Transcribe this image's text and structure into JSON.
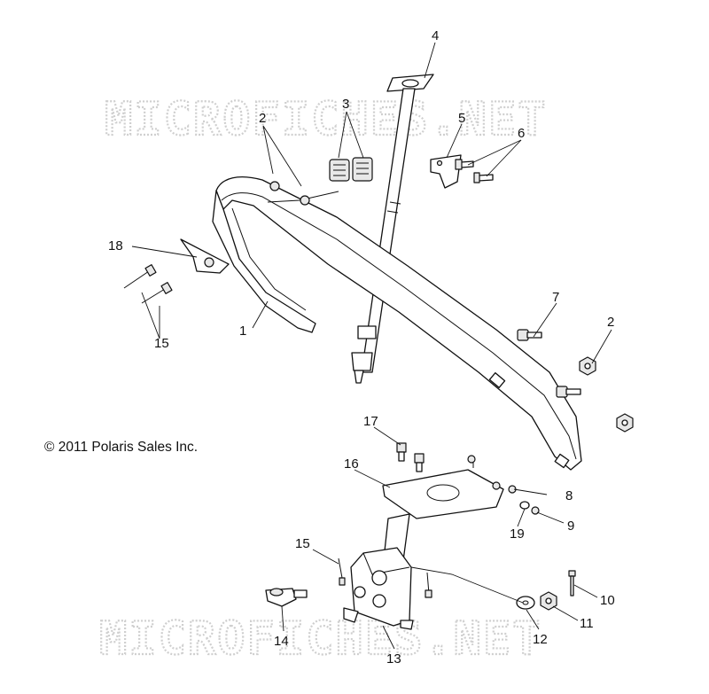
{
  "watermark_text": "MICROFICHES.NET",
  "copyright": "© 2011 Polaris Sales Inc.",
  "callouts": {
    "c1": "1",
    "c2a": "2",
    "c2b": "2",
    "c3": "3",
    "c4": "4",
    "c5": "5",
    "c6": "6",
    "c7": "7",
    "c8": "8",
    "c9": "9",
    "c10": "10",
    "c11": "11",
    "c12": "12",
    "c13": "13",
    "c14": "14",
    "c15a": "15",
    "c15b": "15",
    "c16": "16",
    "c17": "17",
    "c18": "18",
    "c19": "19"
  }
}
